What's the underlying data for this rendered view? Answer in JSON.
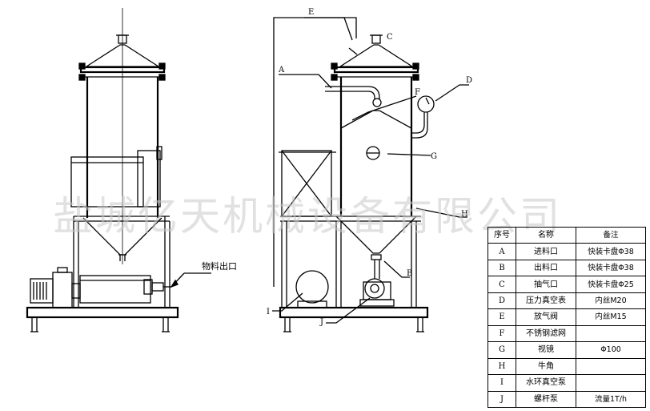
{
  "watermark": "盐城亿天机械设备有限公司",
  "outlet_label": "物料出口",
  "callouts": {
    "A": "A",
    "B": "B",
    "C": "C",
    "D": "D",
    "E": "E",
    "F": "F",
    "G": "G",
    "H": "H",
    "I": "I",
    "J": "J"
  },
  "parts_table": {
    "headers": [
      "序号",
      "名称",
      "备注"
    ],
    "rows": [
      {
        "id": "A",
        "name": "进料口",
        "note": "快装卡盘Φ38"
      },
      {
        "id": "B",
        "name": "出料口",
        "note": "快装卡盘Φ38"
      },
      {
        "id": "C",
        "name": "抽气口",
        "note": "快装卡盘Φ25"
      },
      {
        "id": "D",
        "name": "压力真空表",
        "note": "内丝M20"
      },
      {
        "id": "E",
        "name": "放气阀",
        "note": "内丝M15"
      },
      {
        "id": "F",
        "name": "不锈钢滤网",
        "note": ""
      },
      {
        "id": "G",
        "name": "视镜",
        "note": "Φ100"
      },
      {
        "id": "H",
        "name": "牛角",
        "note": ""
      },
      {
        "id": "I",
        "name": "水环真空泵",
        "note": ""
      },
      {
        "id": "J",
        "name": "螺杆泵",
        "note": "流量1T/h"
      }
    ]
  }
}
